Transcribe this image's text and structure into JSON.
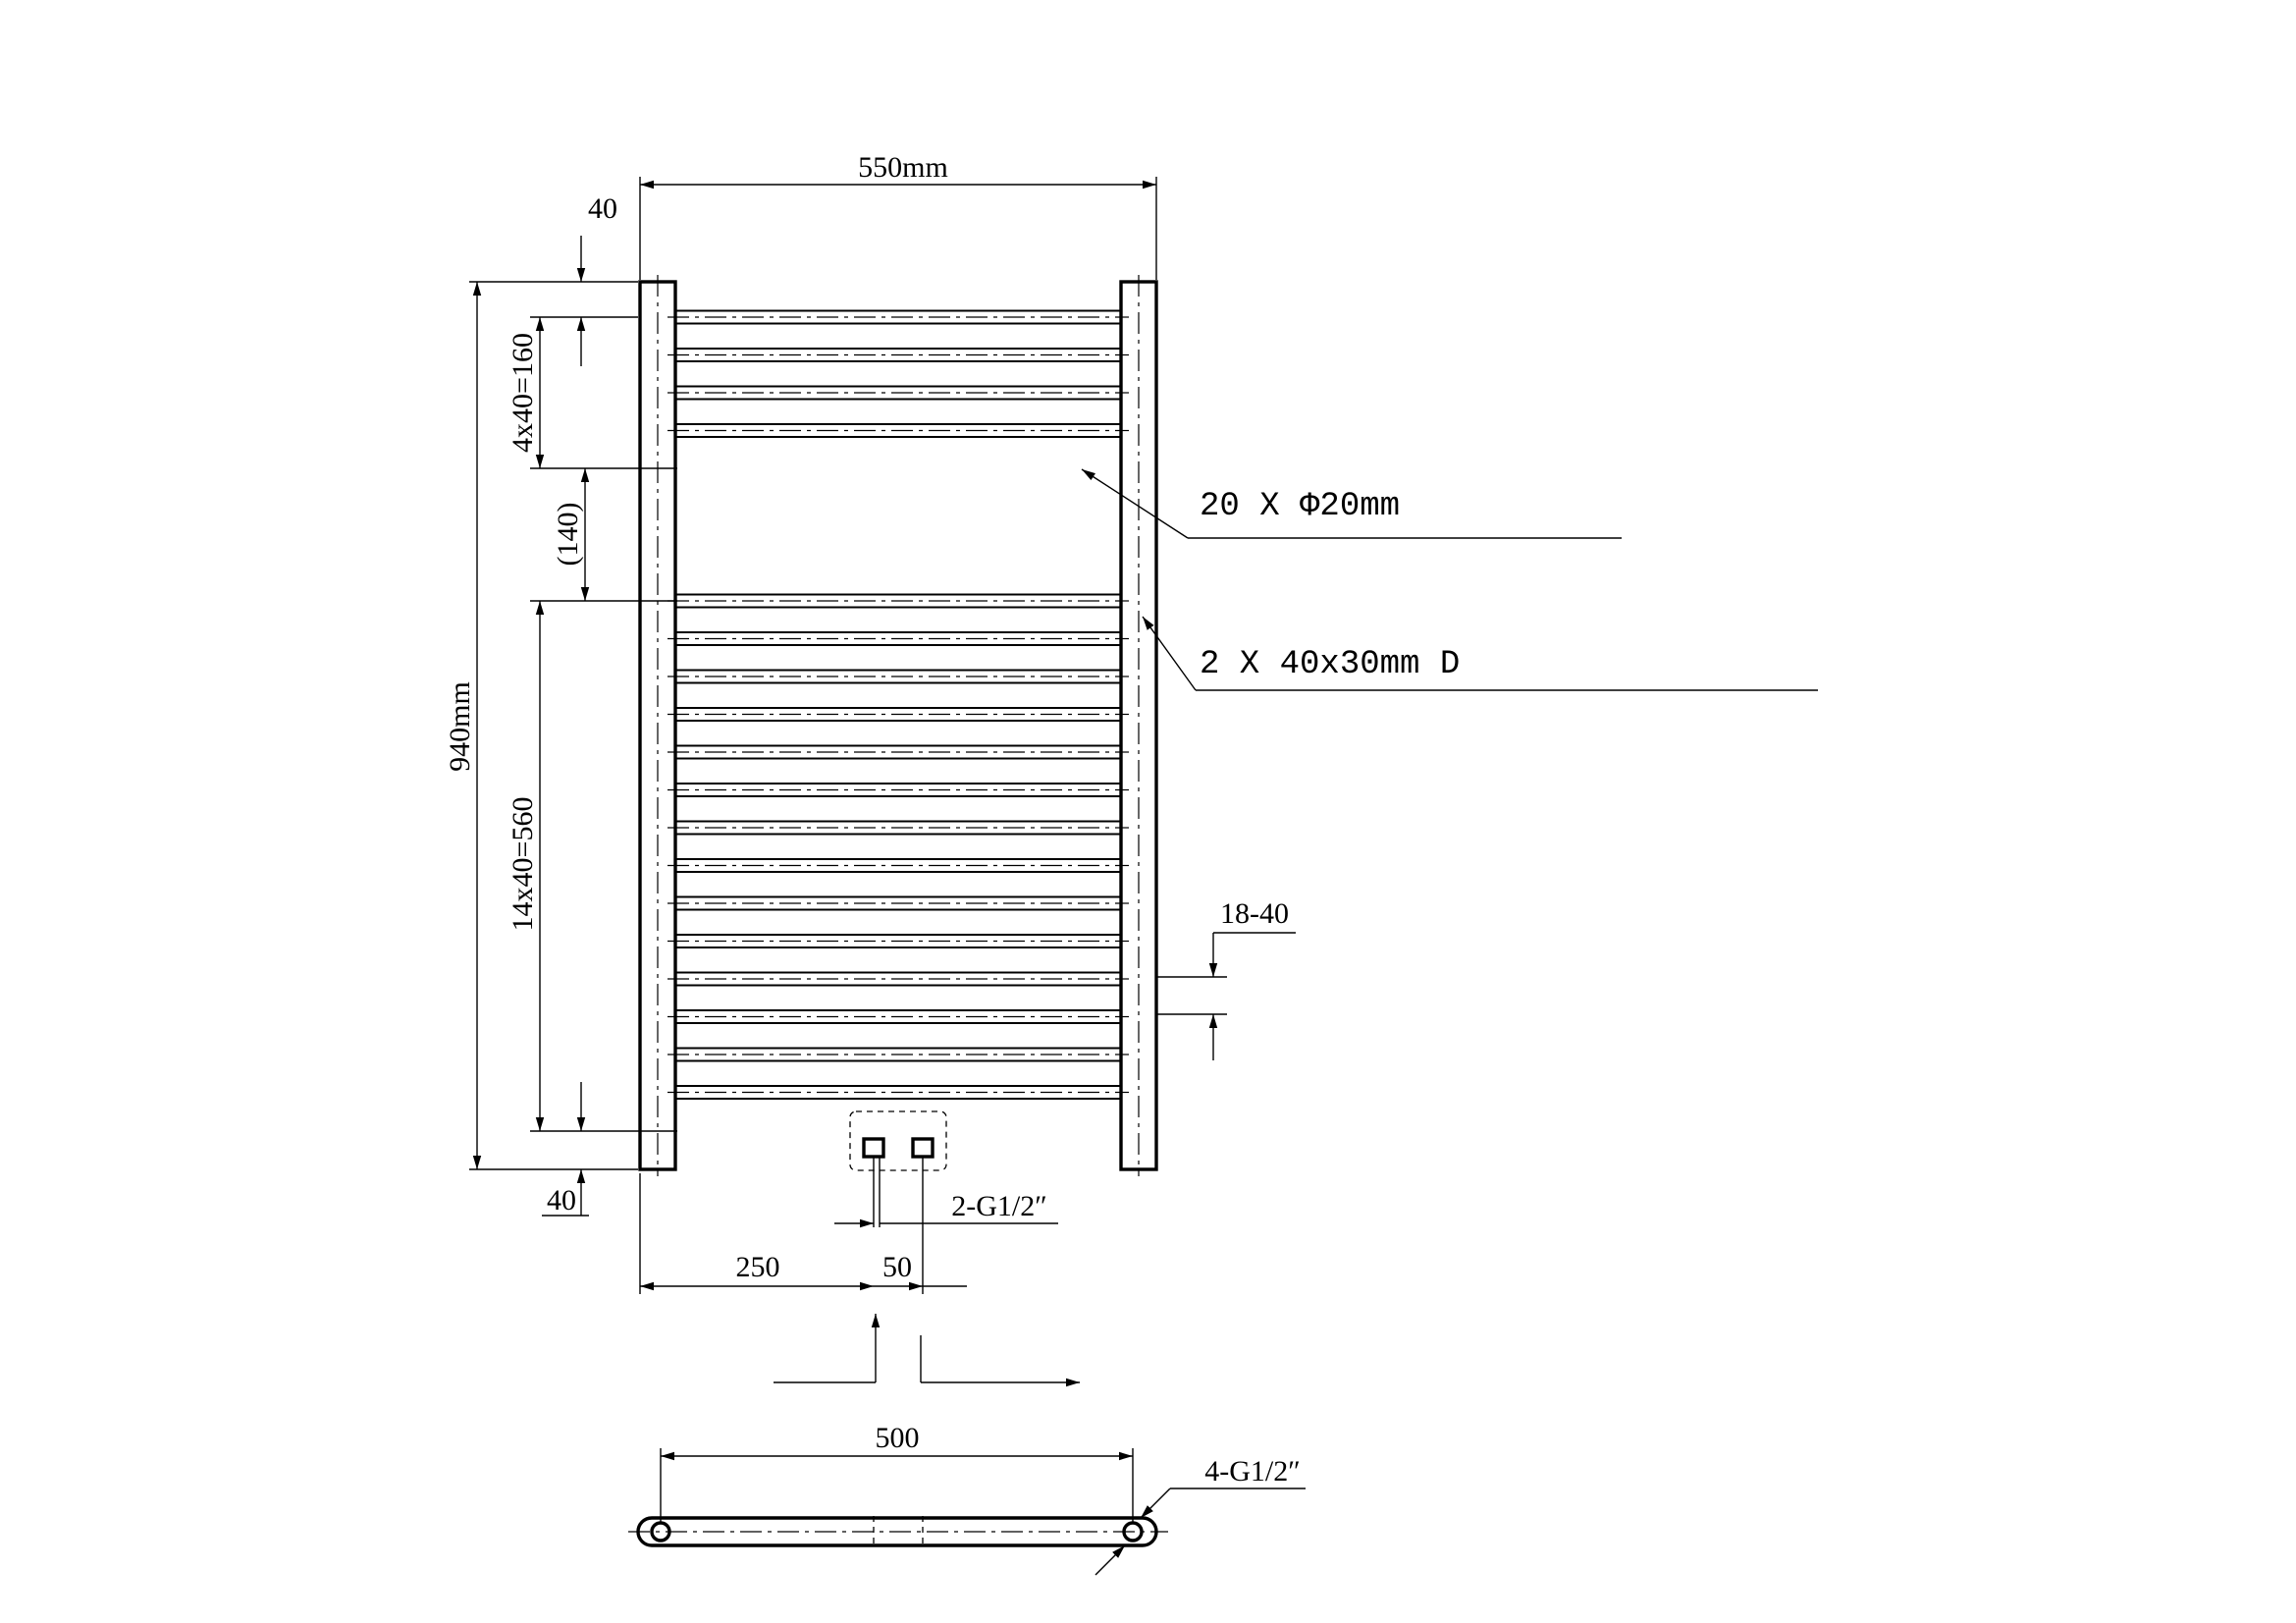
{
  "dimensions": {
    "overall_width": "550mm",
    "overall_height": "940mm",
    "top_offset": "40",
    "bottom_offset": "40",
    "upper_group": "4x40=160",
    "gap": "(140)",
    "lower_group": "14x40=560",
    "right_offset": "18-40",
    "connection_size": "2-G1/2″",
    "inlet_distance": "250",
    "inlet_spacing": "50",
    "plan_width": "500",
    "plan_connections": "4-G1/2″"
  },
  "callouts": {
    "tubes": "20 X Φ20mm",
    "rails": "2 X 40x30mm D"
  },
  "specs": {
    "upper_tube_count": 4,
    "lower_tube_count": 14,
    "tube_pitch_mm": 40,
    "tube_diameter_mm": 20,
    "rail_count": 2
  }
}
